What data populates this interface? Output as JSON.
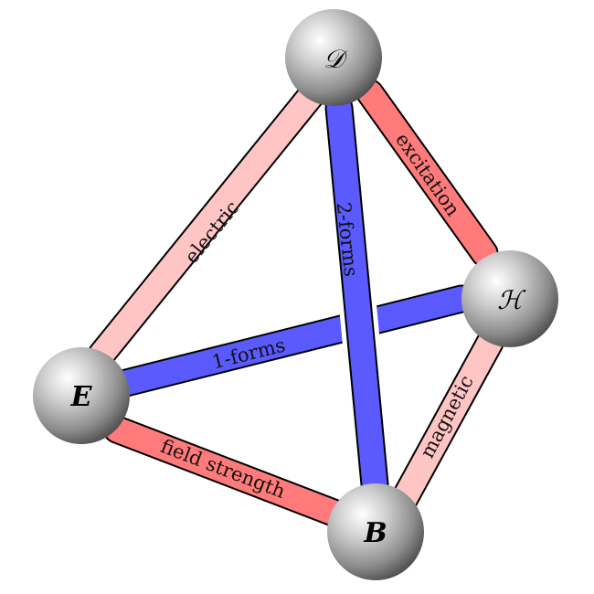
{
  "nodes": {
    "D": {
      "label": "𝒟",
      "style": "script"
    },
    "H": {
      "label": "ℋ",
      "style": "script"
    },
    "E": {
      "label": "E",
      "style": "italic"
    },
    "B": {
      "label": "B",
      "style": "italic"
    }
  },
  "edges": {
    "electric": {
      "label": "electric",
      "from": "D",
      "to": "E",
      "color": "#ffc4c4"
    },
    "excitation": {
      "label": "excitation",
      "from": "D",
      "to": "H",
      "color": "#ff7a7a"
    },
    "magnetic": {
      "label": "magnetic",
      "from": "H",
      "to": "B",
      "color": "#ffc4c4"
    },
    "field_strength": {
      "label": "field strength",
      "from": "E",
      "to": "B",
      "color": "#ff7a7a"
    },
    "one_forms": {
      "label": "1-forms",
      "from": "E",
      "to": "H",
      "color": "#5a5aff"
    },
    "two_forms": {
      "label": "2-forms",
      "from": "D",
      "to": "B",
      "color": "#5a5aff"
    }
  },
  "colors": {
    "light_red": "#ffc4c4",
    "red": "#ff7a7a",
    "blue": "#5a5aff",
    "sphere_highlight": "#ffffff",
    "sphere_shade": "#5a5a5a"
  }
}
